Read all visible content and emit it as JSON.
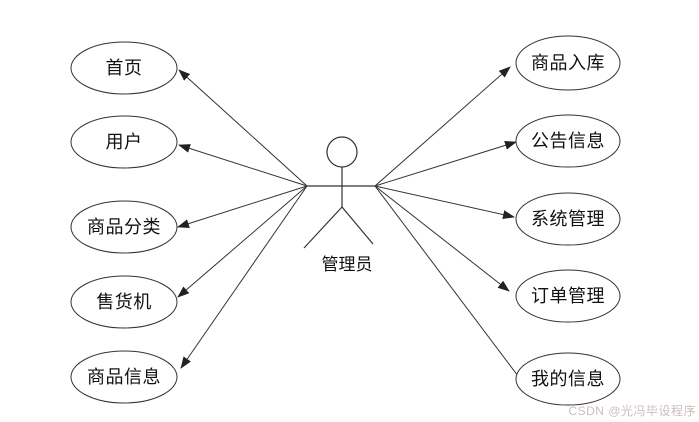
{
  "diagram": {
    "type": "use-case-diagram",
    "actor": {
      "label": "管理员"
    },
    "left_nodes": [
      {
        "label": "首页"
      },
      {
        "label": "用户"
      },
      {
        "label": "商品分类"
      },
      {
        "label": "售货机"
      },
      {
        "label": "商品信息"
      }
    ],
    "right_nodes": [
      {
        "label": "商品入库"
      },
      {
        "label": "公告信息"
      },
      {
        "label": "系统管理"
      },
      {
        "label": "订单管理"
      },
      {
        "label": "我的信息"
      }
    ],
    "edges": [
      {
        "from": "管理员",
        "to": "首页",
        "arrowhead": true
      },
      {
        "from": "管理员",
        "to": "用户",
        "arrowhead": true
      },
      {
        "from": "管理员",
        "to": "商品分类",
        "arrowhead": true
      },
      {
        "from": "管理员",
        "to": "售货机",
        "arrowhead": true
      },
      {
        "from": "管理员",
        "to": "商品信息",
        "arrowhead": true
      },
      {
        "from": "管理员",
        "to": "商品入库",
        "arrowhead": true
      },
      {
        "from": "管理员",
        "to": "公告信息",
        "arrowhead": true
      },
      {
        "from": "管理员",
        "to": "系统管理",
        "arrowhead": true
      },
      {
        "from": "管理员",
        "to": "订单管理",
        "arrowhead": true
      },
      {
        "from": "管理员",
        "to": "我的信息",
        "arrowhead": false
      }
    ],
    "colors": {
      "line": "#333333",
      "watermark": "#ccbcbc",
      "background": "#ffffff"
    },
    "watermark": "CSDN @光冯毕设程序"
  }
}
